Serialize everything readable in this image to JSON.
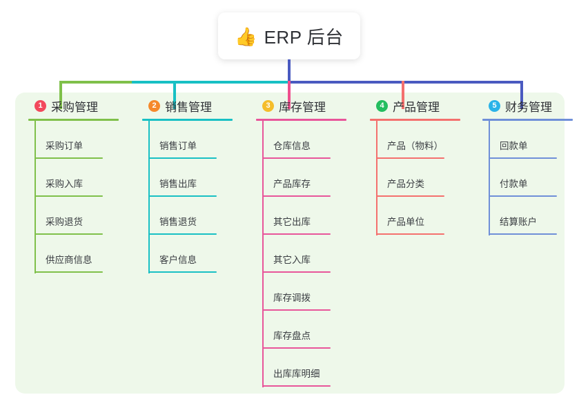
{
  "root": {
    "icon": "thumbs-up-emoji",
    "icon_glyph": "👍",
    "title": "ERP 后台"
  },
  "palette": {
    "page_background": "#ffffff",
    "panel_background": "#eef8ea",
    "text": "#2f3136",
    "trunk_line": "#4a5ac0"
  },
  "columns": [
    {
      "number": "1",
      "title": "采购管理",
      "badge_color": "#f2495c",
      "line_color": "#7fc04a",
      "connector_color": "#7fc04a",
      "items": [
        {
          "label": "采购订单"
        },
        {
          "label": "采购入库"
        },
        {
          "label": "采购退货"
        },
        {
          "label": "供应商信息"
        }
      ]
    },
    {
      "number": "2",
      "title": "销售管理",
      "badge_color": "#f5892b",
      "line_color": "#18c0c4",
      "connector_color": "#18c0c4",
      "items": [
        {
          "label": "销售订单"
        },
        {
          "label": "销售出库"
        },
        {
          "label": "销售退货"
        },
        {
          "label": "客户信息"
        }
      ]
    },
    {
      "number": "3",
      "title": "库存管理",
      "badge_color": "#f5bd2b",
      "line_color": "#e8559a",
      "connector_color": "#ef4e8e",
      "items": [
        {
          "label": "仓库信息"
        },
        {
          "label": "产品库存"
        },
        {
          "label": "其它出库"
        },
        {
          "label": "其它入库"
        },
        {
          "label": "库存调拨"
        },
        {
          "label": "库存盘点"
        },
        {
          "label": "出库库明细"
        }
      ]
    },
    {
      "number": "4",
      "title": "产品管理",
      "badge_color": "#24bd5f",
      "line_color": "#f4706e",
      "connector_color": "#f4706e",
      "items": [
        {
          "label": "产品（物料）"
        },
        {
          "label": "产品分类"
        },
        {
          "label": "产品单位"
        }
      ]
    },
    {
      "number": "5",
      "title": "财务管理",
      "badge_color": "#2bb3e8",
      "line_color": "#6f8fd8",
      "connector_color": "#4a5ac0",
      "items": [
        {
          "label": "回款单"
        },
        {
          "label": "付款单"
        },
        {
          "label": "结算账户"
        }
      ]
    }
  ]
}
